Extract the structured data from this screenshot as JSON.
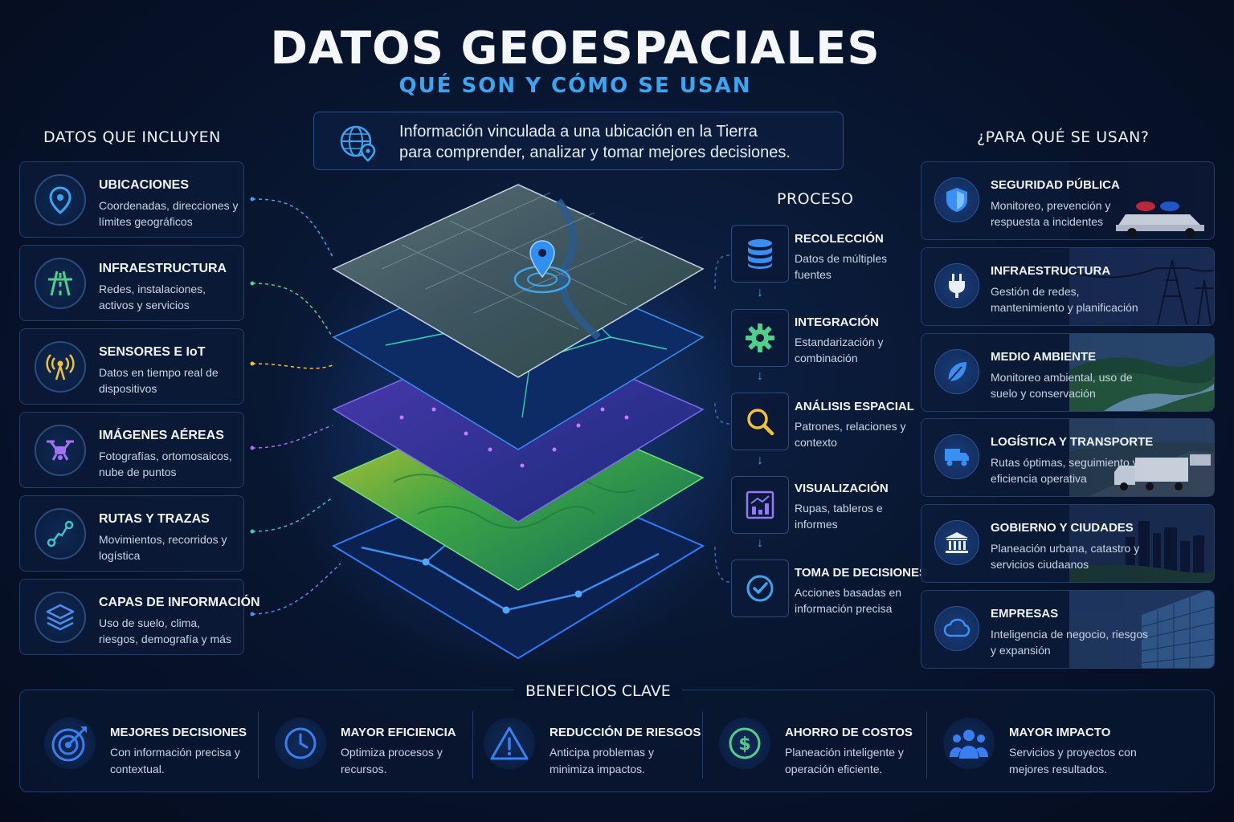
{
  "header": {
    "title": "DATOS GEOESPACIALES",
    "subtitle": "QUÉ SON Y CÓMO SE USAN",
    "intro_line1": "Información vinculada a una ubicación en la Tierra",
    "intro_line2": "para comprender, analizar y tomar mejores decisiones."
  },
  "left": {
    "heading": "DATOS QUE INCLUYEN",
    "items": [
      {
        "title": "UBICACIONES",
        "desc": "Coordenadas, direcciones y límites geográficos",
        "icon": "location-pin-icon",
        "color": "#3aa6f2"
      },
      {
        "title": "INFRAESTRUCTURA",
        "desc": "Redes, instalaciones, activos y servicios",
        "icon": "road-icon",
        "color": "#4fd08a"
      },
      {
        "title": "SENSORES E IoT",
        "desc": "Datos en tiempo real de dispositivos",
        "icon": "antenna-icon",
        "color": "#f2c230"
      },
      {
        "title": "IMÁGENES AÉREAS",
        "desc": "Fotografías, ortomosaicos, nube de puntos",
        "icon": "drone-icon",
        "color": "#a173f2"
      },
      {
        "title": "RUTAS Y TRAZAS",
        "desc": "Movimientos, recorridos y logística",
        "icon": "route-icon",
        "color": "#38c6c9"
      },
      {
        "title": "CAPAS DE INFORMACIÓN",
        "desc": "Uso de suelo, clima, riesgos, demografía y más",
        "icon": "layers-icon",
        "color": "#4f8df2"
      }
    ]
  },
  "process": {
    "heading": "PROCESO",
    "steps": [
      {
        "title": "RECOLECCIÓN",
        "desc": "Datos de múltiples fuentes",
        "icon": "database-icon",
        "color": "#3a8ff2"
      },
      {
        "title": "INTEGRACIÓN",
        "desc": "Estandarización y combinación",
        "icon": "gear-icon",
        "color": "#4fd08a"
      },
      {
        "title": "ANÁLISIS ESPACIAL",
        "desc": "Patrones, relaciones y contexto",
        "icon": "magnifier-icon",
        "color": "#f2c230"
      },
      {
        "title": "VISUALIZACIÓN",
        "desc": "Rupas, tableros e informes",
        "icon": "chart-icon",
        "color": "#8f7cf2"
      },
      {
        "title": "TOMA DE DECISIONES",
        "desc": "Acciones basadas en información precisa",
        "icon": "check-icon",
        "color": "#3aa6f2"
      }
    ]
  },
  "uses": {
    "heading": "¿PARA QUÉ SE USAN?",
    "items": [
      {
        "title": "SEGURIDAD PÚBLICA",
        "desc": "Monitoreo, prevención y respuesta a incidentes",
        "icon": "shield-icon"
      },
      {
        "title": "INFRAESTRUCTURA",
        "desc": "Gestión de redes, mantenimiento y planificación",
        "icon": "plug-icon"
      },
      {
        "title": "MEDIO AMBIENTE",
        "desc": "Monitoreo ambiental, uso de suelo y conservación",
        "icon": "leaf-icon"
      },
      {
        "title": "LOGÍSTICA Y TRANSPORTE",
        "desc": "Rutas óptimas, seguimiento y eficiencia operativa",
        "icon": "truck-icon"
      },
      {
        "title": "GOBIERNO Y CIUDADES",
        "desc": "Planeación urbana, catastro y servicios ciudaanos",
        "icon": "government-building-icon"
      },
      {
        "title": "EMPRESAS",
        "desc": "Inteligencia de negocio, riesgos y expansión",
        "icon": "cloud-icon"
      }
    ]
  },
  "benefits": {
    "heading": "BENEFICIOS CLAVE",
    "items": [
      {
        "title": "MEJORES DECISIONES",
        "desc": "Con información precisa y contextual.",
        "icon": "target-icon",
        "color": "#3a7ff2"
      },
      {
        "title": "MAYOR EFICIENCIA",
        "desc": "Optimiza procesos y recursos.",
        "icon": "clock-icon",
        "color": "#3a7ff2"
      },
      {
        "title": "REDUCCIÓN DE RIESGOS",
        "desc": "Anticipa problemas y minimiza impactos.",
        "icon": "warning-icon",
        "color": "#3a7ff2"
      },
      {
        "title": "AHORRO DE COSTOS",
        "desc": "Planeación inteligente y operación eficiente.",
        "icon": "dollar-icon",
        "color": "#4fd08a"
      },
      {
        "title": "MAYOR IMPACTO",
        "desc": "Servicios y proyectos con mejores resultados.",
        "icon": "people-icon",
        "color": "#3a7ff2"
      }
    ]
  }
}
